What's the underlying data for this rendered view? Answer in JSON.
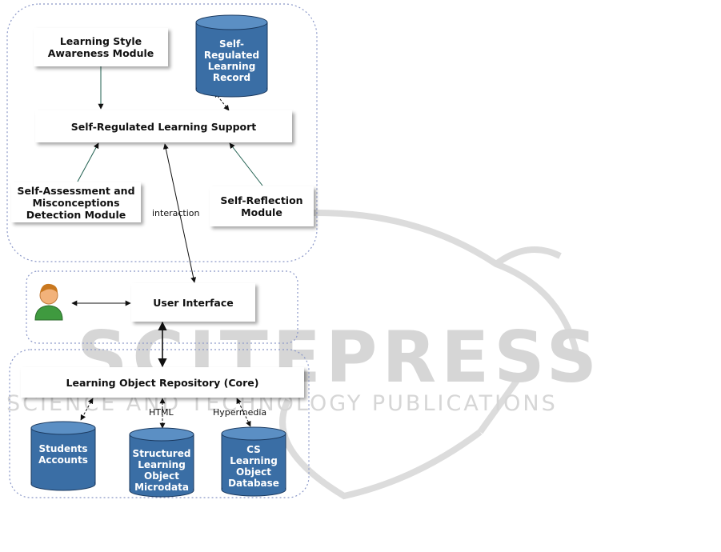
{
  "watermark": {
    "logo_text": "SCITEPRESS",
    "tagline": "SCIENCE AND TECHNOLOGY PUBLICATIONS"
  },
  "nodes": {
    "learning_style": "Learning Style\nAwareness Module",
    "srl_record": "Self-Regulated\nLearning\nRecord",
    "srl_support": "Self-Regulated Learning Support",
    "self_assessment": "Self-Assessment and\nMisconceptions\nDetection Module",
    "self_reflection": "Self-Reflection\nModule",
    "user_interface": "User Interface",
    "repository": "Learning Object Repository (Core)",
    "students_accounts": "Students\nAccounts",
    "structured_lo": "Structured\nLearning\nObject\nMicrodata",
    "cs_lo_db": "CS Learning\nObject\nDatabase"
  },
  "edge_labels": {
    "interaction": "interaction",
    "html": "HTML",
    "hypermedia": "Hypermedia"
  },
  "icons": {
    "user": "user-person-icon"
  },
  "colors": {
    "cylinder_fill": "#3a6ea5",
    "cylinder_top": "#5b8fc4",
    "group_border": "#8a97c8",
    "watermark": "#d6d6d6"
  }
}
